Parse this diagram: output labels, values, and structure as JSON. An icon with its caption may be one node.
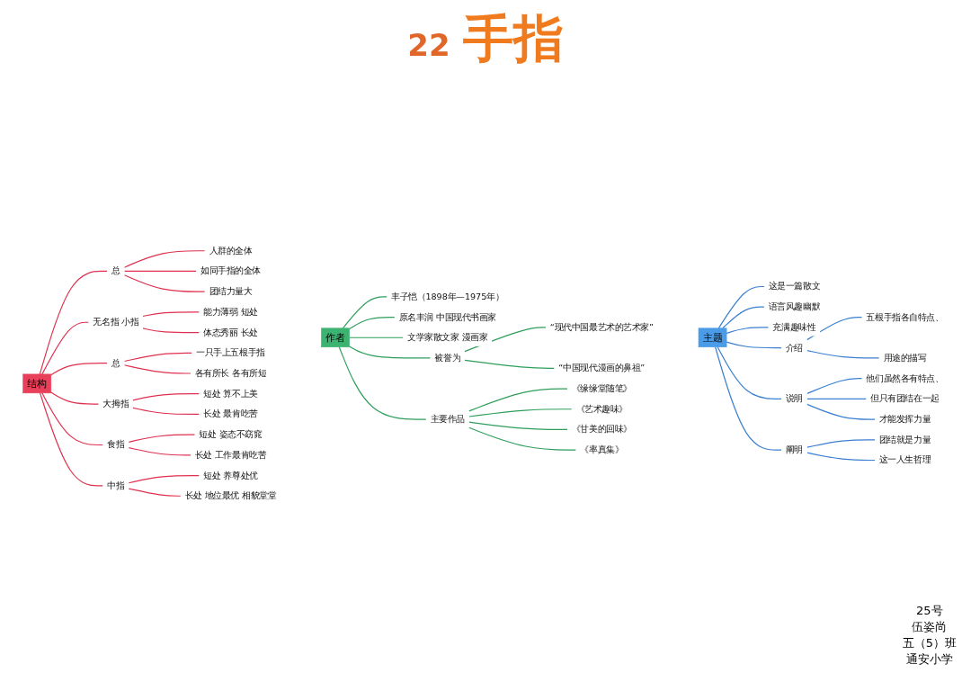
{
  "diagram": {
    "title": "手指",
    "nodes": [
      {
        "text": [
          "主题"
        ]
      },
      {
        "text": [
          "这是一篇散文"
        ]
      },
      {
        "text": [
          "语言风趣幽默"
        ]
      },
      {
        "text": [
          "充满趣味性"
        ]
      },
      {
        "text": [
          "介绍"
        ]
      },
      {
        "text": [
          "五根手指各自特点、"
        ]
      },
      {
        "text": [
          "用途的描写"
        ]
      },
      {
        "text": [
          "说明"
        ]
      },
      {
        "text": [
          "他们虽然各有特点、"
        ]
      },
      {
        "text": [
          "但只有团结在一起"
        ]
      },
      {
        "text": [
          "才能发挥力量"
        ]
      },
      {
        "text": [
          "阐明"
        ]
      },
      {
        "text": [
          "团结就是力量"
        ]
      },
      {
        "text": [
          "这一人生哲理"
        ]
      },
      {
        "text": [
          "作者"
        ]
      },
      {
        "text": [
          "丰子恺（1898年—1975年）"
        ]
      },
      {
        "text": [
          "原名丰润 中国现代书画家"
        ]
      },
      {
        "text": [
          "文学家散文家 漫画家"
        ]
      },
      {
        "text": [
          "被誉为"
        ]
      },
      {
        "text": [
          "“现代中国最艺术的艺术家”"
        ]
      },
      {
        "text": [
          "“中国现代漫画的鼻祖”"
        ]
      },
      {
        "text": [
          "主要作品"
        ]
      },
      {
        "text": [
          "《缘缘堂随笔》"
        ]
      },
      {
        "text": [
          "《艺术趣味》"
        ]
      },
      {
        "text": [
          "《甘美的回味》"
        ]
      },
      {
        "text": [
          "《率真集》"
        ]
      },
      {
        "text": [
          "结构"
        ]
      },
      {
        "text": [
          "总"
        ]
      },
      {
        "text": [
          "人群的全体"
        ]
      },
      {
        "text": [
          "如同手指的全体"
        ]
      },
      {
        "text": [
          "团结力量大"
        ]
      },
      {
        "text": [
          "无名指 小指"
        ]
      },
      {
        "text": [
          "能力薄弱 短处"
        ]
      },
      {
        "text": [
          "体态秀丽 长处"
        ]
      },
      {
        "text": [
          "总"
        ]
      },
      {
        "text": [
          "一只手上五根手指"
        ]
      },
      {
        "text": [
          "各有所长 各有所短"
        ]
      },
      {
        "text": [
          "大拇指"
        ]
      },
      {
        "text": [
          "短处 算不上美"
        ]
      },
      {
        "text": [
          "长处 最肯吃苦"
        ]
      },
      {
        "text": [
          "食指"
        ]
      },
      {
        "text": [
          "短处 姿态不窈窕"
        ]
      },
      {
        "text": [
          "长处 工作最肯吃苦"
        ]
      },
      {
        "text": [
          "中指"
        ]
      },
      {
        "text": [
          "短处 养尊处优"
        ]
      },
      {
        "text": [
          "长处 地位最优 相貌堂堂"
        ]
      }
    ],
    "edges": [
      {
        "from": 0,
        "to": 1,
        "arrow": "none",
        "color": "#3a7fd0"
      },
      {
        "from": 0,
        "to": 2,
        "arrow": "none",
        "color": "#3a7fd0"
      },
      {
        "from": 0,
        "to": 3,
        "arrow": "none",
        "color": "#3a7fd0"
      },
      {
        "from": 0,
        "to": 4,
        "arrow": "none",
        "color": "#3a7fd0"
      },
      {
        "from": 4,
        "to": 5,
        "arrow": "none",
        "color": "#3a7fd0"
      },
      {
        "from": 4,
        "to": 6,
        "arrow": "none",
        "color": "#3a7fd0"
      },
      {
        "from": 0,
        "to": 7,
        "arrow": "none",
        "color": "#3a7fd0"
      },
      {
        "from": 7,
        "to": 8,
        "arrow": "none",
        "color": "#3a7fd0"
      },
      {
        "from": 7,
        "to": 9,
        "arrow": "none",
        "color": "#3a7fd0"
      },
      {
        "from": 7,
        "to": 10,
        "arrow": "none",
        "color": "#3a7fd0"
      },
      {
        "from": 0,
        "to": 11,
        "arrow": "none",
        "color": "#3a7fd0"
      },
      {
        "from": 11,
        "to": 12,
        "arrow": "none",
        "color": "#3a7fd0"
      },
      {
        "from": 11,
        "to": 13,
        "arrow": "none",
        "color": "#3a7fd0"
      },
      {
        "from": 14,
        "to": 15,
        "arrow": "none",
        "color": "#2e9e5b"
      },
      {
        "from": 14,
        "to": 16,
        "arrow": "none",
        "color": "#2e9e5b"
      },
      {
        "from": 14,
        "to": 17,
        "arrow": "none",
        "color": "#2e9e5b"
      },
      {
        "from": 14,
        "to": 18,
        "arrow": "none",
        "color": "#2e9e5b"
      },
      {
        "from": 18,
        "to": 19,
        "arrow": "none",
        "color": "#2e9e5b"
      },
      {
        "from": 18,
        "to": 20,
        "arrow": "none",
        "color": "#2e9e5b"
      },
      {
        "from": 14,
        "to": 21,
        "arrow": "none",
        "color": "#2e9e5b"
      },
      {
        "from": 21,
        "to": 22,
        "arrow": "none",
        "color": "#2e9e5b"
      },
      {
        "from": 21,
        "to": 23,
        "arrow": "none",
        "color": "#2e9e5b"
      },
      {
        "from": 21,
        "to": 24,
        "arrow": "none",
        "color": "#2e9e5b"
      },
      {
        "from": 21,
        "to": 25,
        "arrow": "none",
        "color": "#2e9e5b"
      },
      {
        "from": 26,
        "to": 27,
        "arrow": "none"
      },
      {
        "from": 27,
        "to": 28,
        "arrow": "none"
      },
      {
        "from": 27,
        "to": 29,
        "arrow": "none"
      },
      {
        "from": 27,
        "to": 30,
        "arrow": "none"
      },
      {
        "from": 26,
        "to": 31,
        "arrow": "none"
      },
      {
        "from": 31,
        "to": 32,
        "arrow": "none"
      },
      {
        "from": 31,
        "to": 33,
        "arrow": "none"
      },
      {
        "from": 26,
        "to": 34,
        "arrow": "none"
      },
      {
        "from": 34,
        "to": 35,
        "arrow": "none"
      },
      {
        "from": 34,
        "to": 36,
        "arrow": "none"
      },
      {
        "from": 26,
        "to": 37,
        "arrow": "none"
      },
      {
        "from": 37,
        "to": 38,
        "arrow": "none"
      },
      {
        "from": 37,
        "to": 39,
        "arrow": "none"
      },
      {
        "from": 26,
        "to": 40,
        "arrow": "none"
      },
      {
        "from": 40,
        "to": 41,
        "arrow": "none"
      },
      {
        "from": 40,
        "to": 42,
        "arrow": "none"
      },
      {
        "from": 26,
        "to": 43,
        "arrow": "none"
      },
      {
        "from": 43,
        "to": 44,
        "arrow": "none"
      },
      {
        "from": 43,
        "to": 45,
        "arrow": "none"
      }
    ],
    "labels": [
      "22",
      "25号",
      "伍姿尚",
      "五（5）班",
      "通安小学"
    ]
  }
}
